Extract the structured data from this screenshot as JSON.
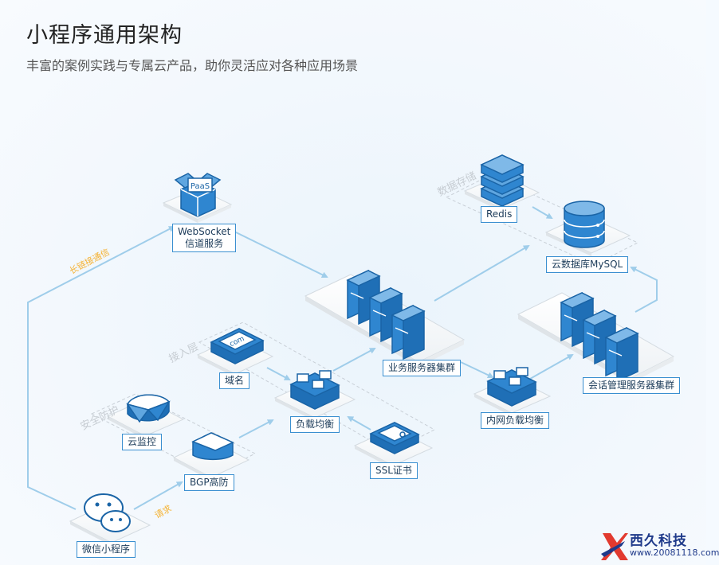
{
  "header": {
    "title": "小程序通用架构",
    "subtitle": "丰富的案例实践与专属云产品，助你灵活应对各种应用场景"
  },
  "zones": {
    "data_storage": "数据存储",
    "access_layer": "接入层",
    "security": "安全防护"
  },
  "connections": {
    "long_link": "长链接通信",
    "request": "请求"
  },
  "nodes": {
    "websocket_line1": "WebSocket",
    "websocket_line2": "信道服务",
    "paas_badge": "PaaS",
    "redis": "Redis",
    "mysql": "云数据库MySQL",
    "business_cluster": "业务服务器集群",
    "session_cluster": "会话管理服务器集群",
    "domain": "域名",
    "domain_badge": ".com",
    "load_balance": "负载均衡",
    "intranet_lb": "内网负载均衡",
    "cloud_monitor": "云监控",
    "bgp": "BGP高防",
    "ssl": "SSL证书",
    "wechat_mini": "微信小程序"
  },
  "brand": {
    "name": "西久科技",
    "url": "www.20081118.com"
  },
  "colors": {
    "accent": "#1e7bc4",
    "icon_fill": "#2f86d0",
    "arrow": "#9fcdea",
    "connector_label": "#f5b233"
  }
}
